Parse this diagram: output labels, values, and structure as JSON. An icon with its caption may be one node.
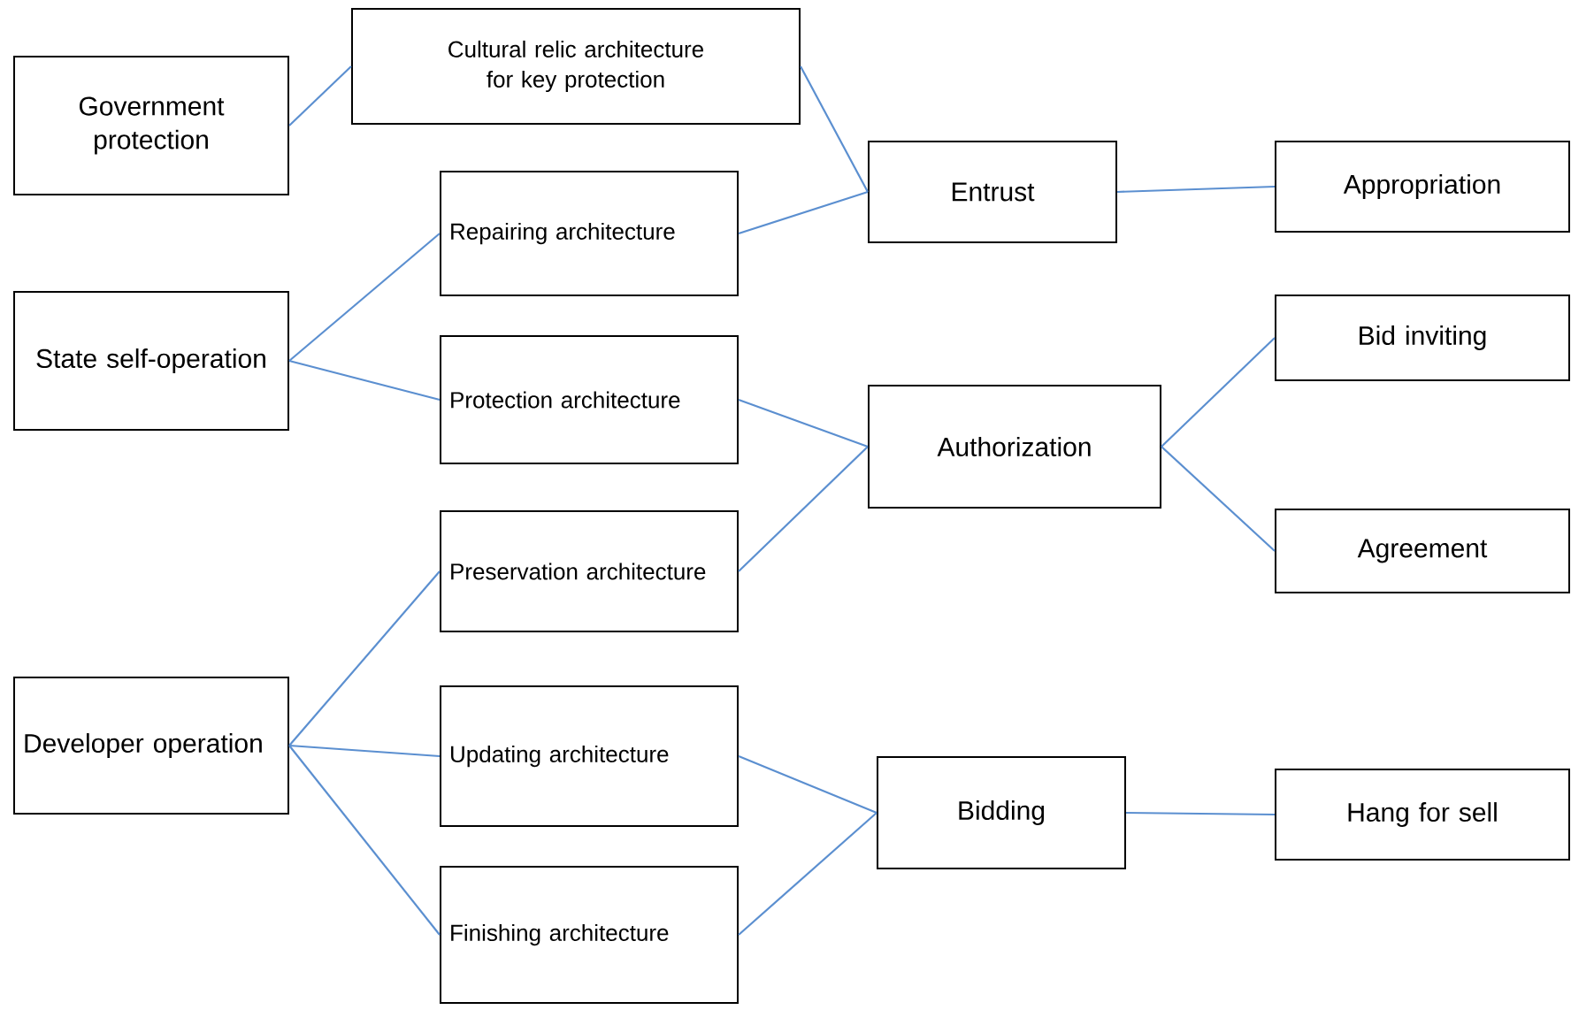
{
  "diagram": {
    "nodes": [
      {
        "text": [
          "Government protection"
        ]
      },
      {
        "text": [
          "Cultural relic architecture for key protection"
        ]
      },
      {
        "text": [
          "State self-operation"
        ]
      },
      {
        "text": [
          "Repairing architecture"
        ]
      },
      {
        "text": [
          "Protection architecture"
        ]
      },
      {
        "text": [
          "Developer operation"
        ]
      },
      {
        "text": [
          "Preservation architecture"
        ]
      },
      {
        "text": [
          "Updating architecture"
        ]
      },
      {
        "text": [
          "Finishing architecture"
        ]
      },
      {
        "text": [
          "Entrust"
        ]
      },
      {
        "text": [
          "Authorization"
        ]
      },
      {
        "text": [
          "Bidding"
        ]
      },
      {
        "text": [
          "Appropriation"
        ]
      },
      {
        "text": [
          "Bid inviting"
        ]
      },
      {
        "text": [
          "Agreement"
        ]
      },
      {
        "text": [
          "Hang for sell"
        ]
      }
    ],
    "edges": [
      {
        "from": 0,
        "to": 1,
        "arrow": "none"
      },
      {
        "from": 1,
        "to": 9,
        "arrow": "none"
      },
      {
        "from": 3,
        "to": 9,
        "arrow": "none"
      },
      {
        "from": 9,
        "to": 12,
        "arrow": "none"
      },
      {
        "from": 2,
        "to": 3,
        "arrow": "none"
      },
      {
        "from": 2,
        "to": 4,
        "arrow": "none"
      },
      {
        "from": 4,
        "to": 10,
        "arrow": "none"
      },
      {
        "from": 6,
        "to": 10,
        "arrow": "none"
      },
      {
        "from": 10,
        "to": 13,
        "arrow": "none"
      },
      {
        "from": 10,
        "to": 14,
        "arrow": "none"
      },
      {
        "from": 5,
        "to": 6,
        "arrow": "none"
      },
      {
        "from": 5,
        "to": 7,
        "arrow": "none"
      },
      {
        "from": 5,
        "to": 8,
        "arrow": "none"
      },
      {
        "from": 7,
        "to": 11,
        "arrow": "none"
      },
      {
        "from": 8,
        "to": 11,
        "arrow": "none"
      },
      {
        "from": 11,
        "to": 15,
        "arrow": "none"
      }
    ]
  }
}
